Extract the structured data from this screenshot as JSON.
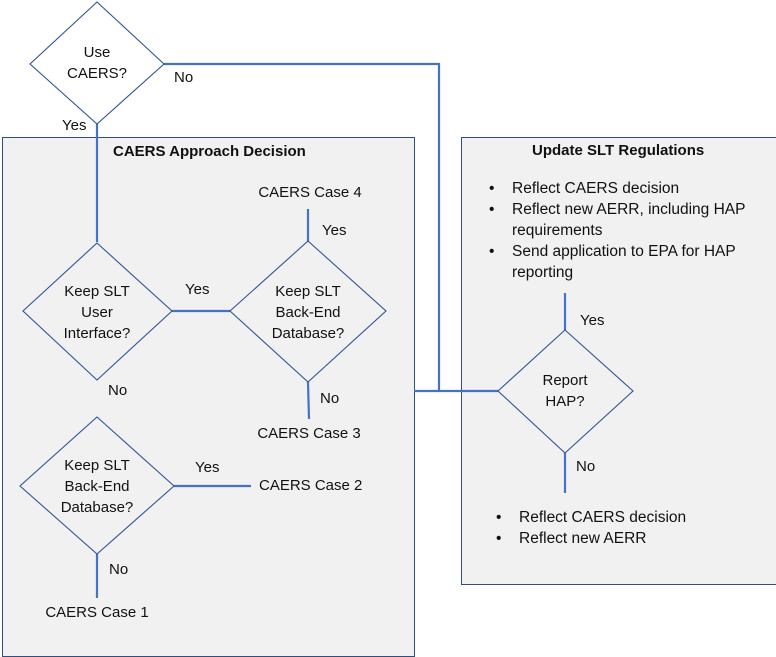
{
  "decisions": {
    "use_caers": "Use\nCAERS?",
    "keep_ui": "Keep SLT\nUser\nInterface?",
    "keep_db_top": "Keep SLT\nBack-End\nDatabase?",
    "keep_db_bottom": "Keep SLT\nBack-End\nDatabase?",
    "report_hap": "Report\nHAP?"
  },
  "labels": {
    "use_caers_no": "No",
    "use_caers_yes": "Yes",
    "keep_ui_yes": "Yes",
    "keep_ui_no": "No",
    "keep_db_top_yes": "Yes",
    "keep_db_top_no": "No",
    "keep_db_bottom_yes": "Yes",
    "keep_db_bottom_no": "No",
    "report_hap_yes": "Yes",
    "report_hap_no": "No"
  },
  "outcomes": {
    "case1": "CAERS Case 1",
    "case2": "CAERS Case 2",
    "case3": "CAERS Case 3",
    "case4": "CAERS Case 4"
  },
  "panels": {
    "left_title": "CAERS Approach Decision",
    "right_title": "Update SLT Regulations",
    "right_top_bullets": [
      "Reflect CAERS decision",
      "Reflect new AERR,  including HAP requirements",
      "Send application to EPA for HAP reporting"
    ],
    "right_bottom_bullets": [
      "Reflect CAERS decision",
      "Reflect new AERR"
    ]
  },
  "colors": {
    "connector": "#4472c4",
    "diamond_stroke": "#2f5597",
    "panel_fill": "#f1f1f1",
    "panel_border": "#2f4f7f"
  }
}
